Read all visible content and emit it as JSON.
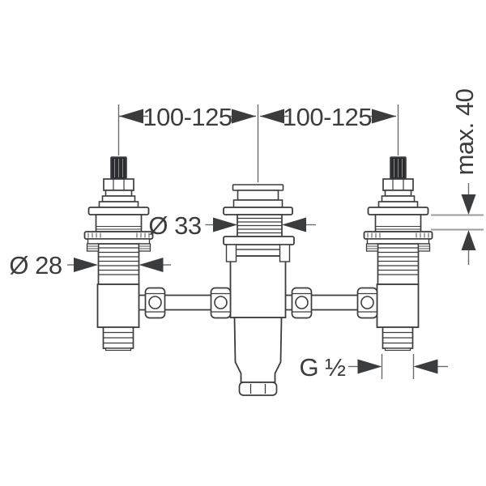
{
  "diagram": {
    "type": "technical-installation-drawing",
    "labels": {
      "top_left_span": "100-125",
      "top_right_span": "100-125",
      "mounting_depth": "max. 40",
      "center_diameter": "Ø 33",
      "side_diameter": "Ø 28",
      "outlet_thread": "G ½"
    },
    "colors": {
      "ink": "#3b3c3e",
      "dimension_line": "#6a6b6d",
      "reference_line": "#9b9c9e",
      "stem_fill": "#2c2d30",
      "background": "#ffffff"
    }
  }
}
